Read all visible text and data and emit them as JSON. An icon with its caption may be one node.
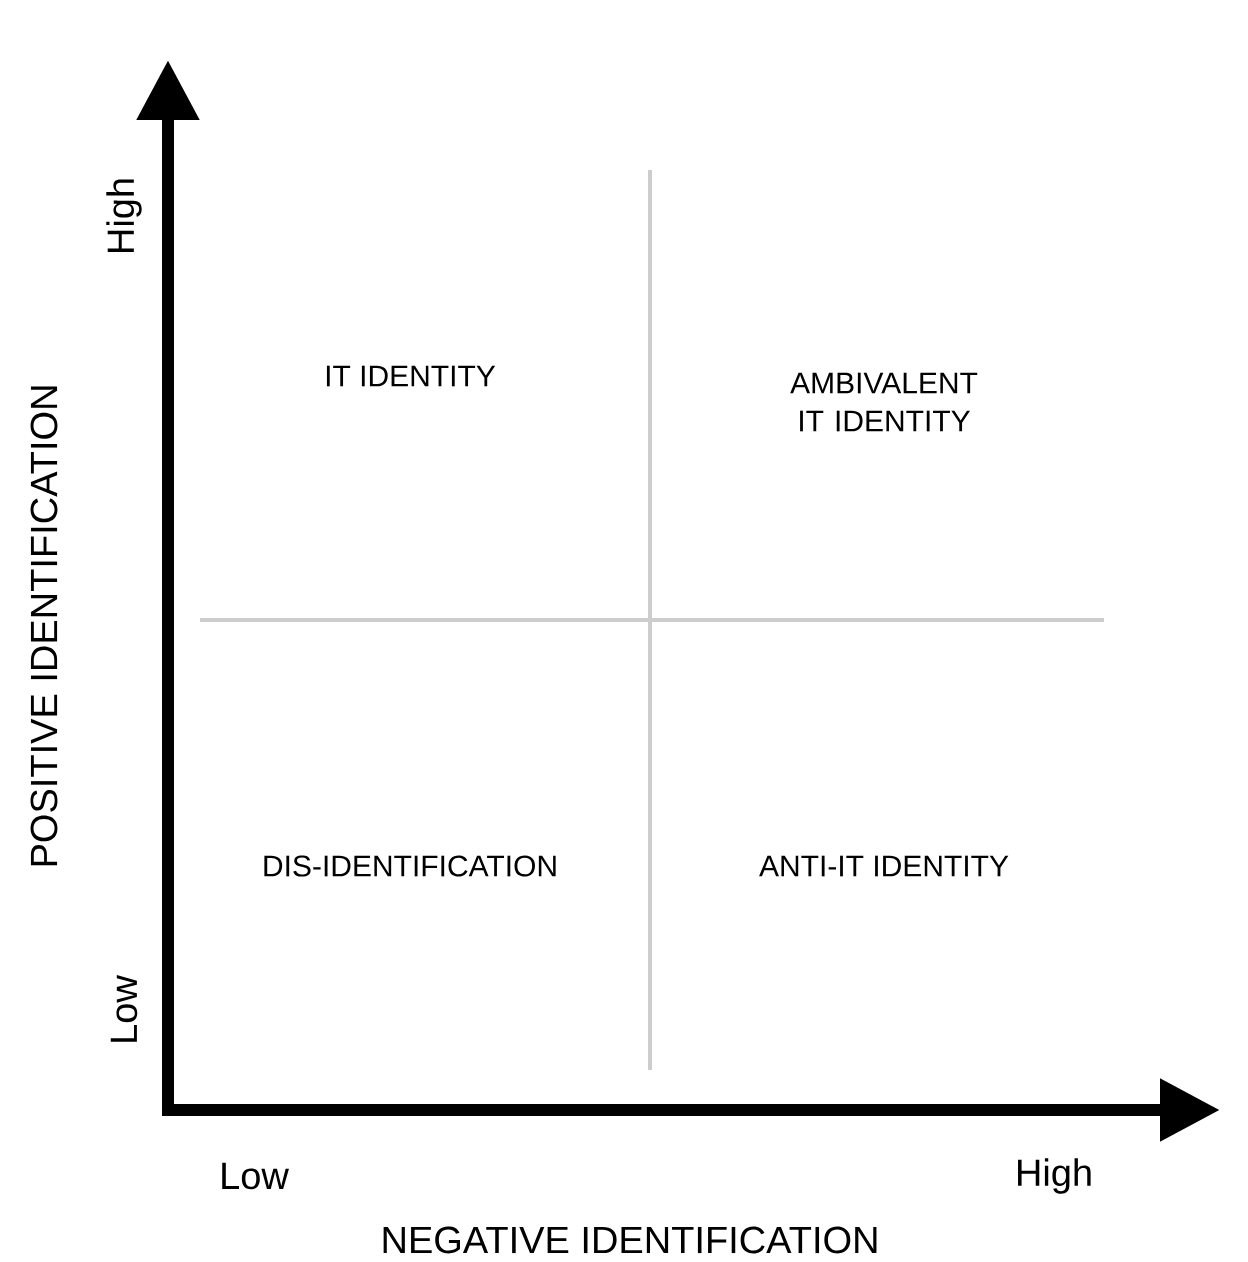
{
  "diagram": {
    "labels": [
      "High",
      "POSITIVE IDENTIFICATION",
      "Low",
      "IT IDENTITY",
      "AMBIVALENT IT IDENTITY",
      "DIS-IDENTIFICATION",
      "ANTI-IT IDENTITY",
      "Low",
      "High",
      "NEGATIVE IDENTIFICATION"
    ]
  }
}
